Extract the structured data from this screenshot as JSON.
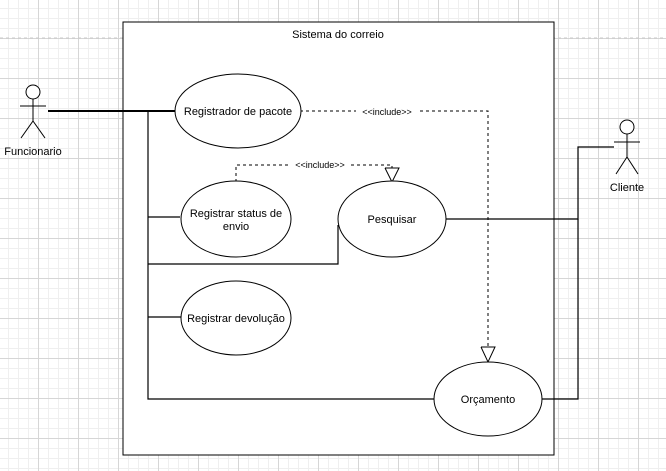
{
  "system": {
    "title": "Sistema do correio"
  },
  "actors": {
    "funcionario": "Funcionario",
    "cliente": "Cliente"
  },
  "use_cases": {
    "registrador_pacote": "Registrador de pacote",
    "registrar_status_line1": "Registrar status de",
    "registrar_status_line2": "envio",
    "pesquisar": "Pesquisar",
    "registrar_devolucao": "Registrar devolução",
    "orcamento": "Orçamento"
  },
  "relations": {
    "include_1": "<<include>>",
    "include_2": "<<include>>"
  }
}
